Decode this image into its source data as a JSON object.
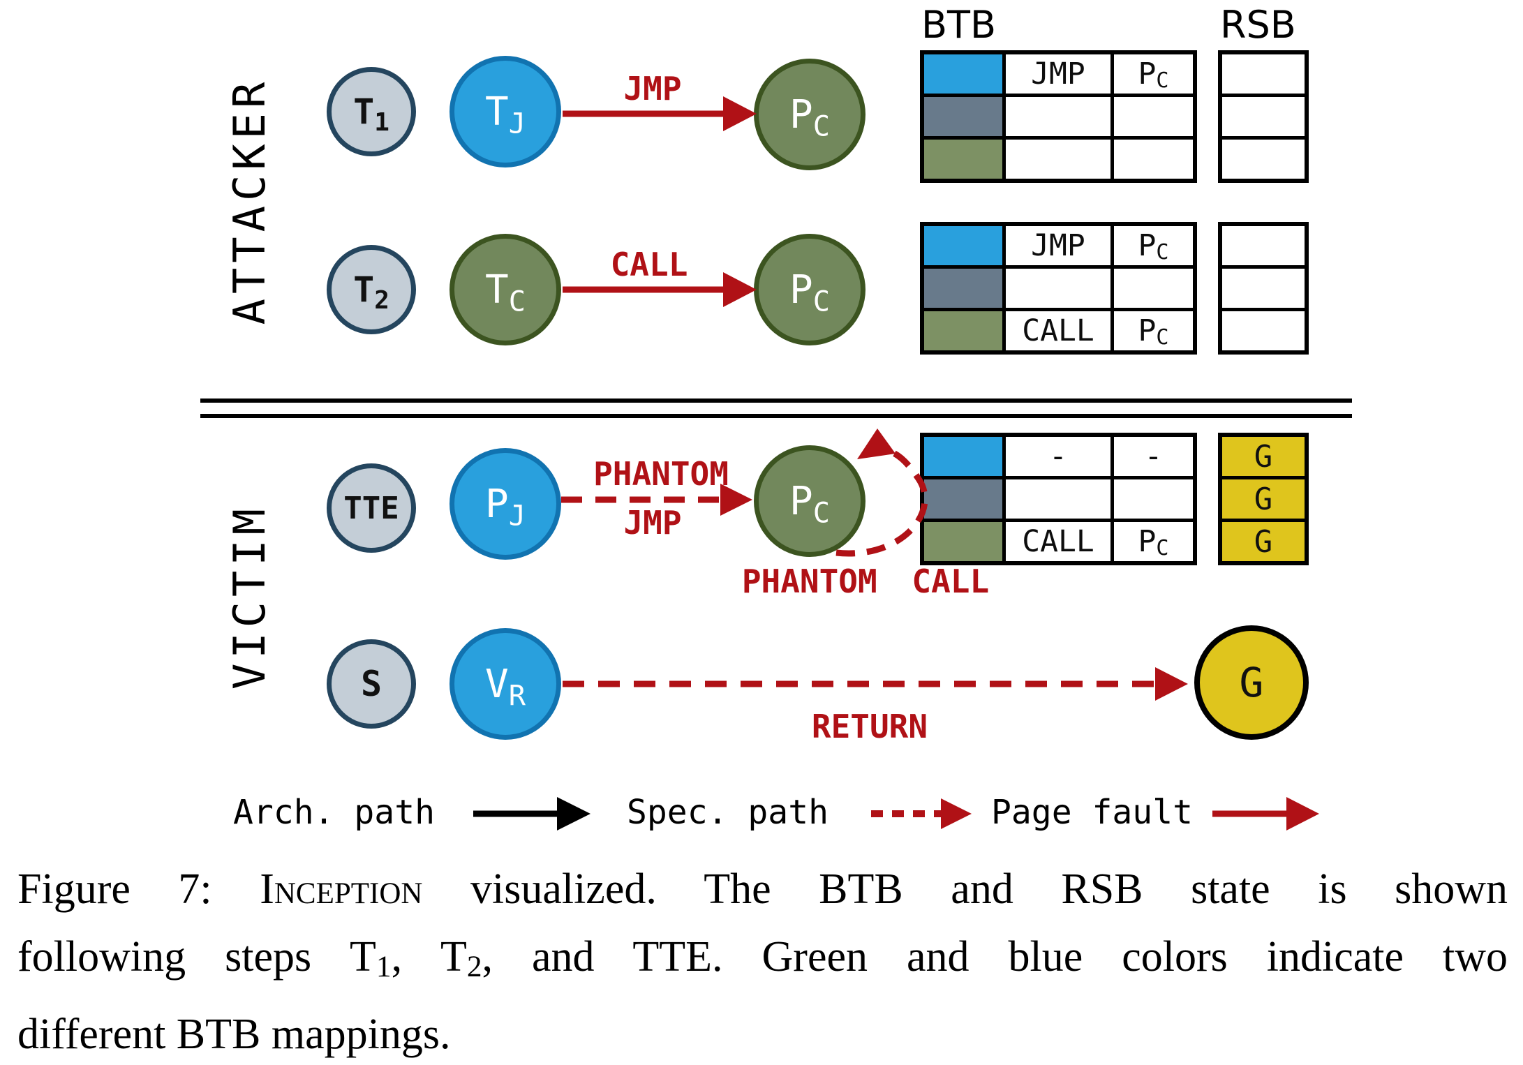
{
  "figure": {
    "sections": {
      "attacker": "ATTACKER",
      "victim": "VICTIM"
    },
    "headers": {
      "btb": "BTB",
      "rsb": "RSB"
    },
    "nodes": {
      "t1": {
        "main": "T",
        "sub": "1"
      },
      "tj": {
        "main": "T",
        "sub": "J"
      },
      "pc1": {
        "main": "P",
        "sub": "C"
      },
      "t2": {
        "main": "T",
        "sub": "2"
      },
      "tc": {
        "main": "T",
        "sub": "C"
      },
      "pc2": {
        "main": "P",
        "sub": "C"
      },
      "tte": {
        "main": "TTE",
        "sub": ""
      },
      "pj": {
        "main": "P",
        "sub": "J"
      },
      "pc3": {
        "main": "P",
        "sub": "C"
      },
      "s": {
        "main": "S",
        "sub": ""
      },
      "vr": {
        "main": "V",
        "sub": "R"
      },
      "g": {
        "main": "G",
        "sub": ""
      }
    },
    "edge_labels": {
      "jmp": "JMP",
      "call": "CALL",
      "phantom_top": "PHANTOM",
      "phantom_bottom": "JMP",
      "phantom_call": "PHANTOM CALL",
      "return": "RETURN"
    },
    "btb_tables": [
      {
        "rows": [
          {
            "op": "JMP",
            "tgt": "P",
            "tgt_sub": "C"
          },
          {
            "op": "",
            "tgt": "",
            "tgt_sub": ""
          },
          {
            "op": "",
            "tgt": "",
            "tgt_sub": ""
          }
        ]
      },
      {
        "rows": [
          {
            "op": "JMP",
            "tgt": "P",
            "tgt_sub": "C"
          },
          {
            "op": "",
            "tgt": "",
            "tgt_sub": ""
          },
          {
            "op": "CALL",
            "tgt": "P",
            "tgt_sub": "C"
          }
        ]
      },
      {
        "rows": [
          {
            "op": "-",
            "tgt": "-",
            "tgt_sub": ""
          },
          {
            "op": "",
            "tgt": "",
            "tgt_sub": ""
          },
          {
            "op": "CALL",
            "tgt": "P",
            "tgt_sub": "C"
          }
        ]
      }
    ],
    "rsb_tables": [
      {
        "cells": [
          "",
          "",
          ""
        ]
      },
      {
        "cells": [
          "",
          "",
          ""
        ]
      },
      {
        "cells": [
          "G",
          "G",
          "G"
        ]
      }
    ],
    "legend": [
      {
        "label": "Arch. path",
        "style": "solid-black"
      },
      {
        "label": "Spec. path",
        "style": "dashed-red"
      },
      {
        "label": "Page fault",
        "style": "solid-red"
      }
    ],
    "colors": {
      "blue": "#29a0dd",
      "blue_border": "#1173b0",
      "gray_node": "#c4ced7",
      "gray_border": "#24455e",
      "green": "#72885c",
      "green_border": "#3c5420",
      "cell_green": "#7d9164",
      "slate": "#687a8b",
      "yellow": "#dfc51d",
      "red": "#b01116"
    }
  },
  "caption": {
    "fig_label": "Figure 7:",
    "attack_name": "Inception",
    "line1_rest": " visualized. The BTB and RSB state is shown",
    "line2_a": "following steps T",
    "line2_sub1": "1",
    "line2_b": ", T",
    "line2_sub2": "2",
    "line2_c": ", and TTE. Green and blue colors indicate two",
    "line3": "different BTB mappings."
  }
}
